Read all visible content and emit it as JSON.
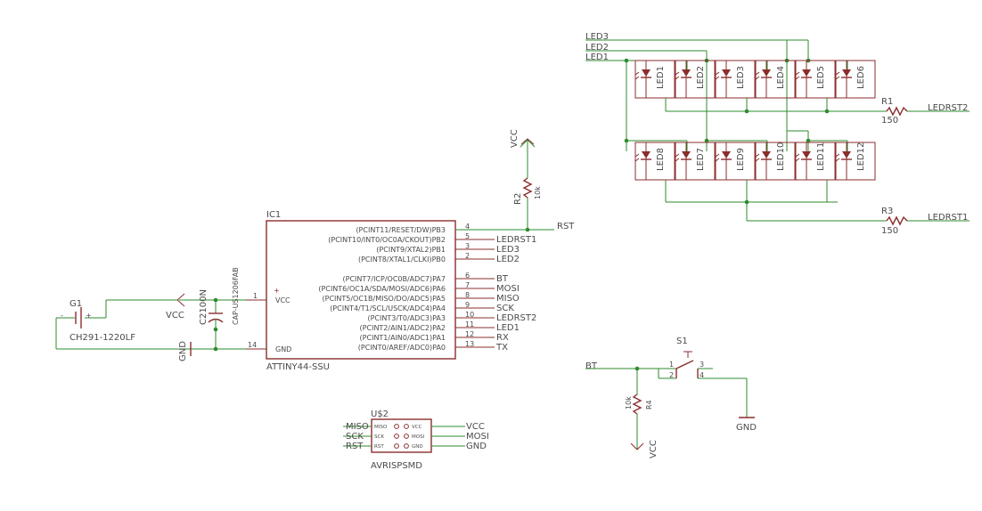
{
  "ic": {
    "name": "IC1",
    "value": "ATTINY44-SSU",
    "vcc_pin": "1",
    "vcc_label": "VCC",
    "gnd_pin": "14",
    "gnd_label": "GND",
    "plus": "+",
    "right_pins": [
      {
        "num": "4",
        "func": "(PCINT11/RESET/DW)PB3",
        "net": ""
      },
      {
        "num": "5",
        "func": "(PCINT10/INT0/OC0A/CKOUT)PB2",
        "net": "LEDRST1"
      },
      {
        "num": "3",
        "func": "(PCINT9/XTAL2)PB1",
        "net": "LED3"
      },
      {
        "num": "2",
        "func": "(PCINT8/XTAL1/CLKI)PB0",
        "net": "LED2"
      },
      {
        "num": "6",
        "func": "(PCINT7/ICP/OC0B/ADC7)PA7",
        "net": "BT"
      },
      {
        "num": "7",
        "func": "(PCINT6/OC1A/SDA/MOSI/ADC6)PA6",
        "net": "MOSI"
      },
      {
        "num": "8",
        "func": "(PCINT5/OC1B/MISO/DO/ADC5)PA5",
        "net": "MISO"
      },
      {
        "num": "9",
        "func": "(PCINT4/T1/SCL/USCK/ADC4)PA4",
        "net": "SCK"
      },
      {
        "num": "10",
        "func": "(PCINT3/T0/ADC3)PA3",
        "net": "LEDRST2"
      },
      {
        "num": "11",
        "func": "(PCINT2/AIN1/ADC2)PA2",
        "net": "LED1"
      },
      {
        "num": "12",
        "func": "(PCINT1/AIN0/ADC1)PA1",
        "net": "RX"
      },
      {
        "num": "13",
        "func": "(PCINT0/AREF/ADC0)PA0",
        "net": "TX"
      }
    ]
  },
  "rst_net": "RST",
  "r2": {
    "name": "R2",
    "value": "10k",
    "supply": "VCC"
  },
  "c2": {
    "name": "C2",
    "value": "100N",
    "package": "CAP-US1206FAB"
  },
  "g1": {
    "name": "G1",
    "value": "CH291-1220LF",
    "minus": "-",
    "plus": "+"
  },
  "vcc_left": "VCC",
  "gnd_left": "GND",
  "led_nets": [
    "LED3",
    "LED2",
    "LED1"
  ],
  "leds_top": [
    "LED1",
    "LED2",
    "LED3",
    "LED4",
    "LED5",
    "LED6"
  ],
  "leds_bottom": [
    "LED8",
    "LED7",
    "LED9",
    "LED10",
    "LED11",
    "LED12"
  ],
  "r1": {
    "name": "R1",
    "value": "150",
    "net": "LEDRST2"
  },
  "r3": {
    "name": "R3",
    "value": "150",
    "net": "LEDRST1"
  },
  "s1": {
    "name": "S1",
    "pins": [
      "1",
      "2",
      "3",
      "4"
    ],
    "net": "BT",
    "gnd": "GND"
  },
  "r4": {
    "name": "R4",
    "value": "10k",
    "supply": "VCC"
  },
  "isp": {
    "name": "U$2",
    "value": "AVRISPSMD",
    "left_nets": [
      "MISO",
      "SCK",
      "RST"
    ],
    "right_nets": [
      "VCC",
      "MOSI",
      "GND"
    ],
    "left_pads": [
      "MISO",
      "SCK",
      "RST"
    ],
    "right_pads": [
      "VCC",
      "MOSI",
      "GND"
    ]
  }
}
